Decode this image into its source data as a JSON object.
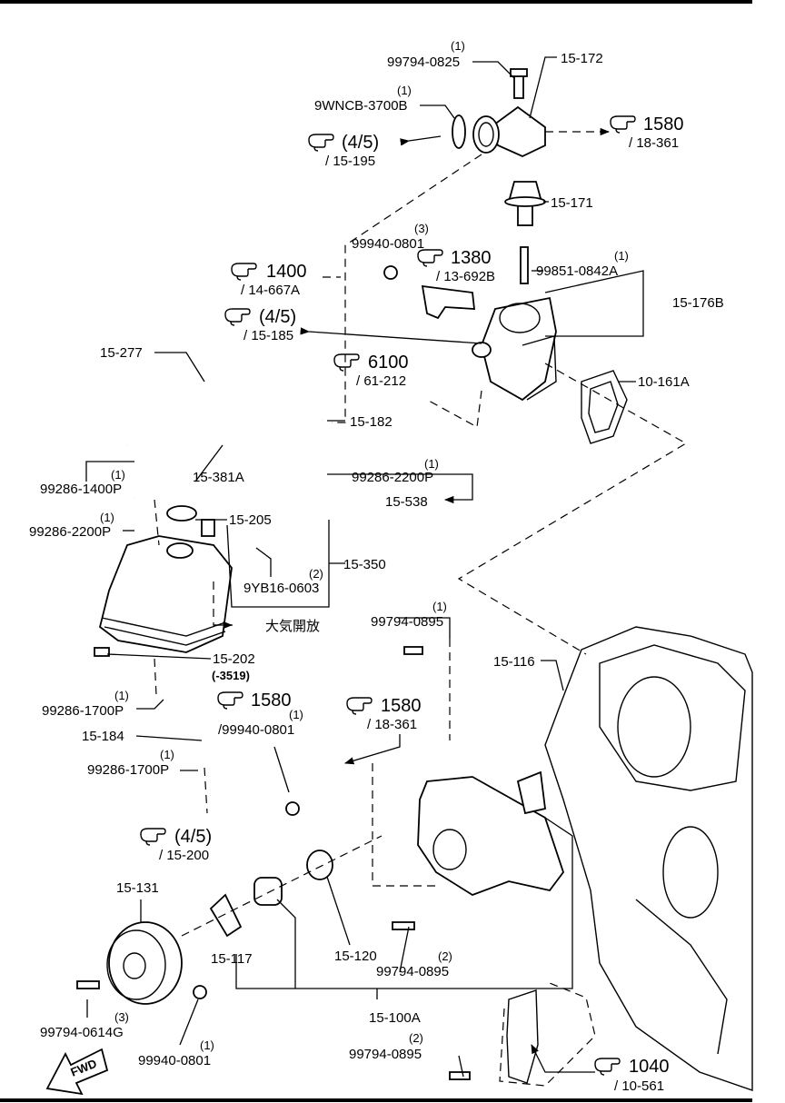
{
  "parts": {
    "p_99794_0825": {
      "num": "99794-0825",
      "qty": "(1)"
    },
    "p_15_172": {
      "num": "15-172"
    },
    "p_9wncb": {
      "num": "9WNCB-3700B",
      "qty": "(1)"
    },
    "p_15_171": {
      "num": "15-171"
    },
    "p_99940_0801a": {
      "num": "99940-0801",
      "qty": "(3)"
    },
    "p_99851": {
      "num": "99851-0842A",
      "qty": "(1)"
    },
    "p_15_176b": {
      "num": "15-176B"
    },
    "p_10_161a": {
      "num": "10-161A"
    },
    "p_15_277": {
      "num": "15-277"
    },
    "p_15_182": {
      "num": "15-182"
    },
    "p_99286_2200p_a": {
      "num": "99286-2200P",
      "qty": "(1)"
    },
    "p_15_538": {
      "num": "15-538"
    },
    "p_99286_1400p": {
      "num": "99286-1400P",
      "qty": "(1)"
    },
    "p_15_381a": {
      "num": "15-381A"
    },
    "p_99286_2200p_b": {
      "num": "99286-2200P",
      "qty": "(1)"
    },
    "p_15_205": {
      "num": "15-205"
    },
    "p_15_350": {
      "num": "15-350"
    },
    "p_9yb16": {
      "num": "9YB16-0603",
      "qty": "(2)"
    },
    "p_taiki": {
      "num": "大気開放"
    },
    "p_15_202": {
      "num": "15-202",
      "sub": "(-3519)"
    },
    "p_99286_1700p_a": {
      "num": "99286-1700P",
      "qty": "(1)"
    },
    "p_15_184": {
      "num": "15-184"
    },
    "p_99286_1700p_b": {
      "num": "99286-1700P",
      "qty": "(1)"
    },
    "p_99794_0895a": {
      "num": "99794-0895",
      "qty": "(1)"
    },
    "p_15_116": {
      "num": "15-116"
    },
    "p_99940_0801b": {
      "num": "/99940-0801",
      "qty": "(1)"
    },
    "p_15_131": {
      "num": "15-131"
    },
    "p_15_117": {
      "num": "15-117"
    },
    "p_15_120": {
      "num": "15-120"
    },
    "p_99794_0895b": {
      "num": "99794-0895",
      "qty": "(2)"
    },
    "p_99794_0614g": {
      "num": "99794-0614G",
      "qty": "(3)"
    },
    "p_15_100a": {
      "num": "15-100A"
    },
    "p_99940_0801c": {
      "num": "99940-0801",
      "qty": "(1)"
    },
    "p_99794_0895c": {
      "num": "99794-0895",
      "qty": "(2)"
    }
  },
  "refs": {
    "r1580a": {
      "main": "1580",
      "sub": "/ 18-361"
    },
    "r45a": {
      "main": "(4/5)",
      "sub": "/ 15-195"
    },
    "r1400": {
      "main": "1400",
      "sub": "/ 14-667A"
    },
    "r1380": {
      "main": "1380",
      "sub": "/ 13-692B"
    },
    "r45b": {
      "main": "(4/5)",
      "sub": "/ 15-185"
    },
    "r6100": {
      "main": "6100",
      "sub": "/ 61-212"
    },
    "r1580b": {
      "main": "1580"
    },
    "r1580c": {
      "main": "1580",
      "sub": "/ 18-361"
    },
    "r45c": {
      "main": "(4/5)",
      "sub": "/ 15-200"
    },
    "r1040": {
      "main": "1040",
      "sub": "/ 10-561"
    }
  },
  "fwd": "FWD"
}
